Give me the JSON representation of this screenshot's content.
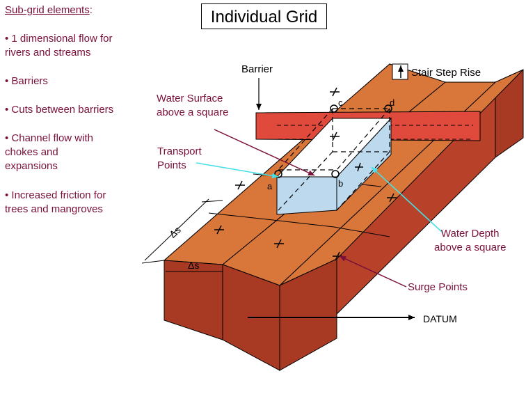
{
  "title": "Individual Grid",
  "left_panel": {
    "heading": "Sub-grid elements",
    "heading_colon": ":",
    "bullets": [
      [
        "• 1 dimensional flow for",
        "rivers and streams"
      ],
      [
        "• Barriers"
      ],
      [
        "• Cuts between barriers"
      ],
      [
        "• Channel flow with",
        "chokes and",
        "expansions"
      ],
      [
        "• Increased friction for",
        "trees and mangroves"
      ]
    ]
  },
  "labels": {
    "barrier": "Barrier",
    "stair_step": "Stair Step Rise",
    "water_surface": [
      "Water Surface",
      "above a square"
    ],
    "transport": [
      "Transport",
      "Points"
    ],
    "water_depth": [
      "Water Depth",
      "above a square"
    ],
    "surge": "Surge Points",
    "datum": "DATUM"
  },
  "point_letters": {
    "a": "a",
    "b": "b",
    "c": "c",
    "d": "d"
  },
  "delta_s": "Δs",
  "colors": {
    "block_top": "#d9763a",
    "block_side": "#b8412a",
    "block_end": "#a83a24",
    "barrier": "#e04a3c",
    "water_front": "#bcd9ee",
    "water_top": "#ffffff",
    "text": "#7a0f3a",
    "arrow_dark": "#7a0f3a",
    "arrow_cyan": "#46e0e6"
  }
}
